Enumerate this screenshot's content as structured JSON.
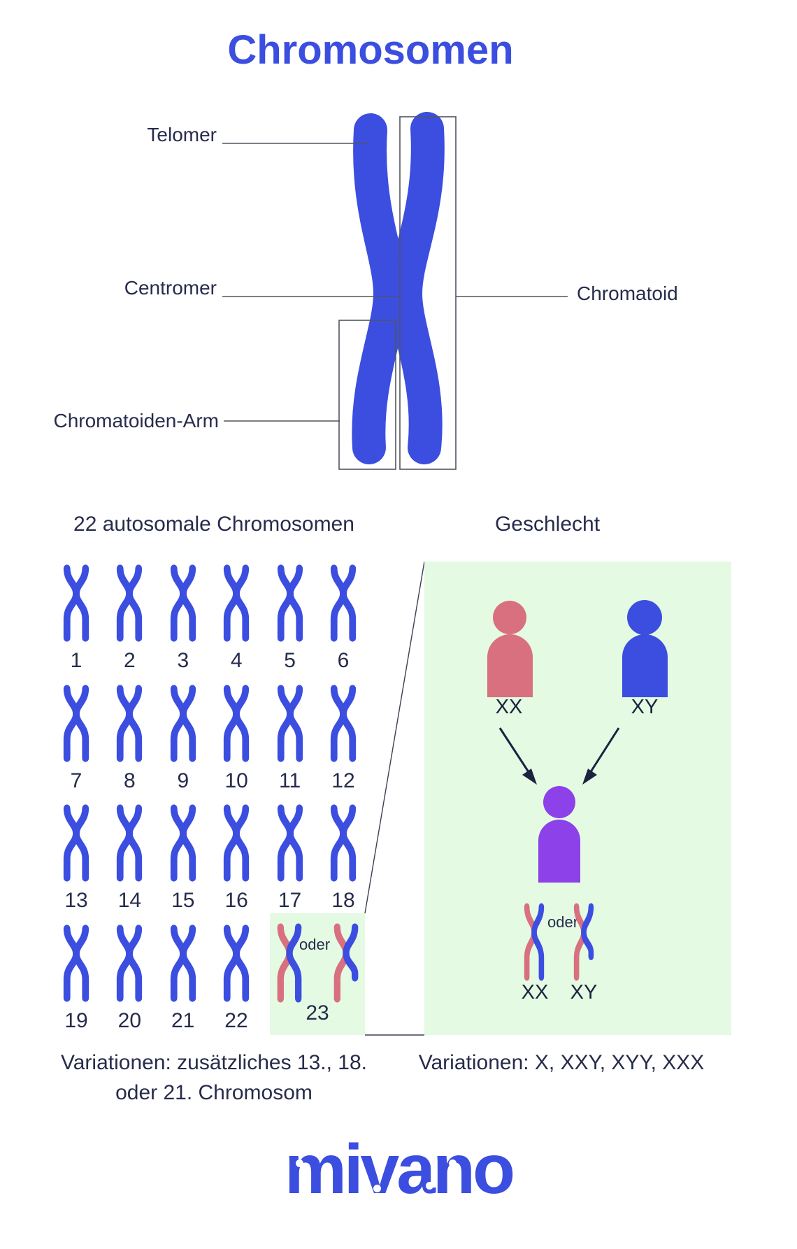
{
  "title": "Chromosomen",
  "diagram": {
    "labels": {
      "telomer": "Telomer",
      "centromer": "Centromer",
      "chromatoid": "Chromatoid",
      "chromatoiden_arm": "Chromatoiden-Arm"
    }
  },
  "karyotype": {
    "heading": "22 autosomale Chromosomen",
    "numbers": [
      "1",
      "2",
      "3",
      "4",
      "5",
      "6",
      "7",
      "8",
      "9",
      "10",
      "11",
      "12",
      "13",
      "14",
      "15",
      "16",
      "17",
      "18",
      "19",
      "20",
      "21",
      "22"
    ],
    "special": {
      "number": "23",
      "oder": "oder"
    },
    "variations_line1": "Variationen: zusätzliches 13., 18.",
    "variations_line2": "oder 21. Chromosom"
  },
  "geschlecht": {
    "heading": "Geschlecht",
    "parent_female": "XX",
    "parent_male": "XY",
    "oder": "oder",
    "child_female": "XX",
    "child_male": "XY",
    "variations": "Variationen: X, XXY, XYY, XXX"
  },
  "logo": {
    "text": "mivano"
  },
  "colors": {
    "blue": "#3b4ee0",
    "pink": "#d8707f",
    "purple": "#8d41e9",
    "green": "#e4fae2",
    "navy": "#272c4c"
  }
}
